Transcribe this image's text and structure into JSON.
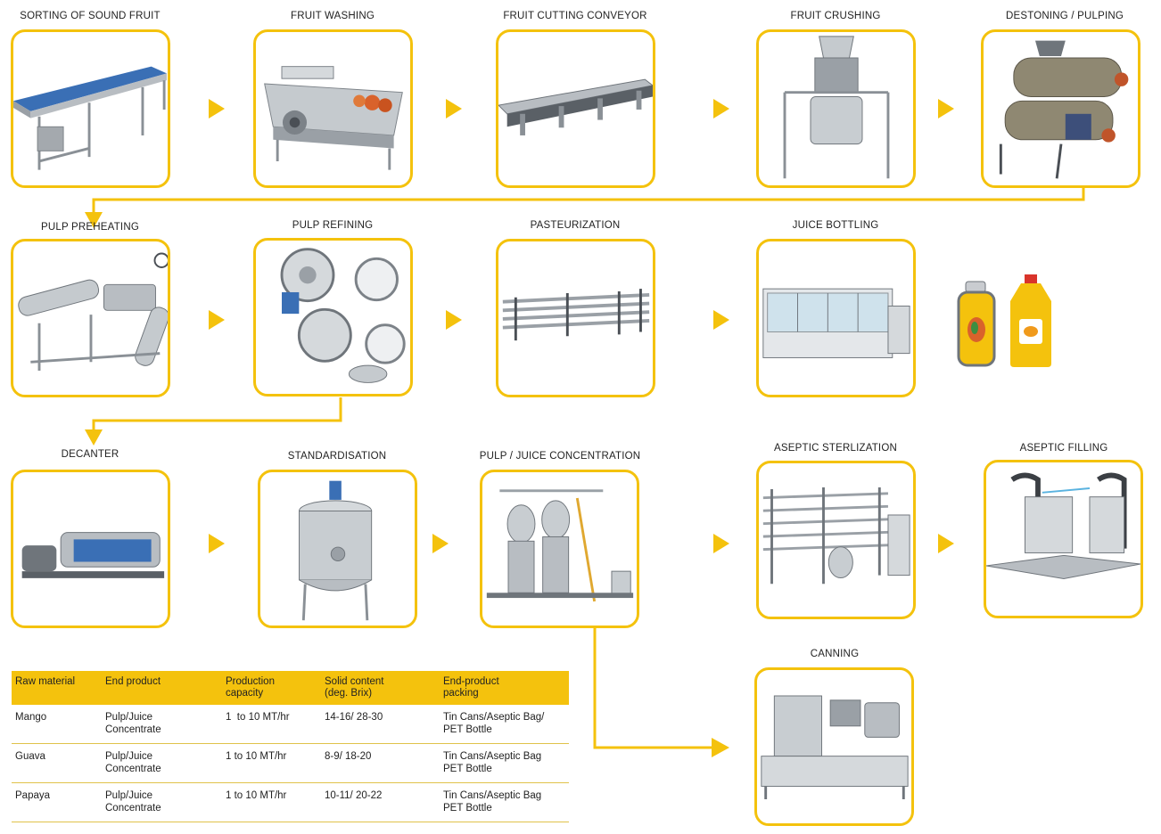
{
  "steps": {
    "sorting": "SORTING OF SOUND FRUIT",
    "washing": "FRUIT WASHING",
    "cutting": "FRUIT CUTTING CONVEYOR",
    "crushing": "FRUIT CRUSHING",
    "destoning": "DESTONING / PULPING",
    "preheating": "PULP PREHEATING",
    "refining": "PULP REFINING",
    "pasteurization": "PASTEURIZATION",
    "bottling": "JUICE BOTTLING",
    "decanter": "DECANTER",
    "standardisation": "STANDARDISATION",
    "concentration": "PULP / JUICE CONCENTRATION",
    "sterlization": "ASEPTIC STERLIZATION",
    "filling": "ASEPTIC FILLING",
    "canning": "CANNING"
  },
  "table": {
    "headers": {
      "raw": "Raw material",
      "end": "End product",
      "cap_1": "Production",
      "cap_2": "capacity",
      "solid_1": "Solid content",
      "solid_2": "(deg. Brix)",
      "pack_1": "End-product",
      "pack_2": "packing"
    },
    "rows": [
      {
        "raw": "Mango",
        "end_1": "Pulp/Juice",
        "end_2": "Concentrate",
        "cap": "1  to 10 MT/hr",
        "solid": "14-16/ 28-30",
        "pack_1": "Tin Cans/Aseptic Bag/",
        "pack_2": "PET Bottle"
      },
      {
        "raw": "Guava",
        "end_1": "Pulp/Juice",
        "end_2": "Concentrate",
        "cap": "1 to 10 MT/hr",
        "solid": "8-9/ 18-20",
        "pack_1": "Tin Cans/Aseptic Bag",
        "pack_2": "PET Bottle"
      },
      {
        "raw": "Papaya",
        "end_1": "Pulp/Juice",
        "end_2": "Concentrate",
        "cap": "1 to 10 MT/hr",
        "solid": "10-11/ 20-22",
        "pack_1": "Tin Cans/Aseptic Bag",
        "pack_2": "PET Bottle"
      }
    ]
  },
  "colors": {
    "accent": "#f4c20d",
    "steel": "#b8bdc2",
    "dark_steel": "#6f757b",
    "conveyor_blue": "#3a6fb5"
  },
  "icons": [
    "juice-bottle-mango-icon",
    "juice-bottle-orange-icon"
  ]
}
